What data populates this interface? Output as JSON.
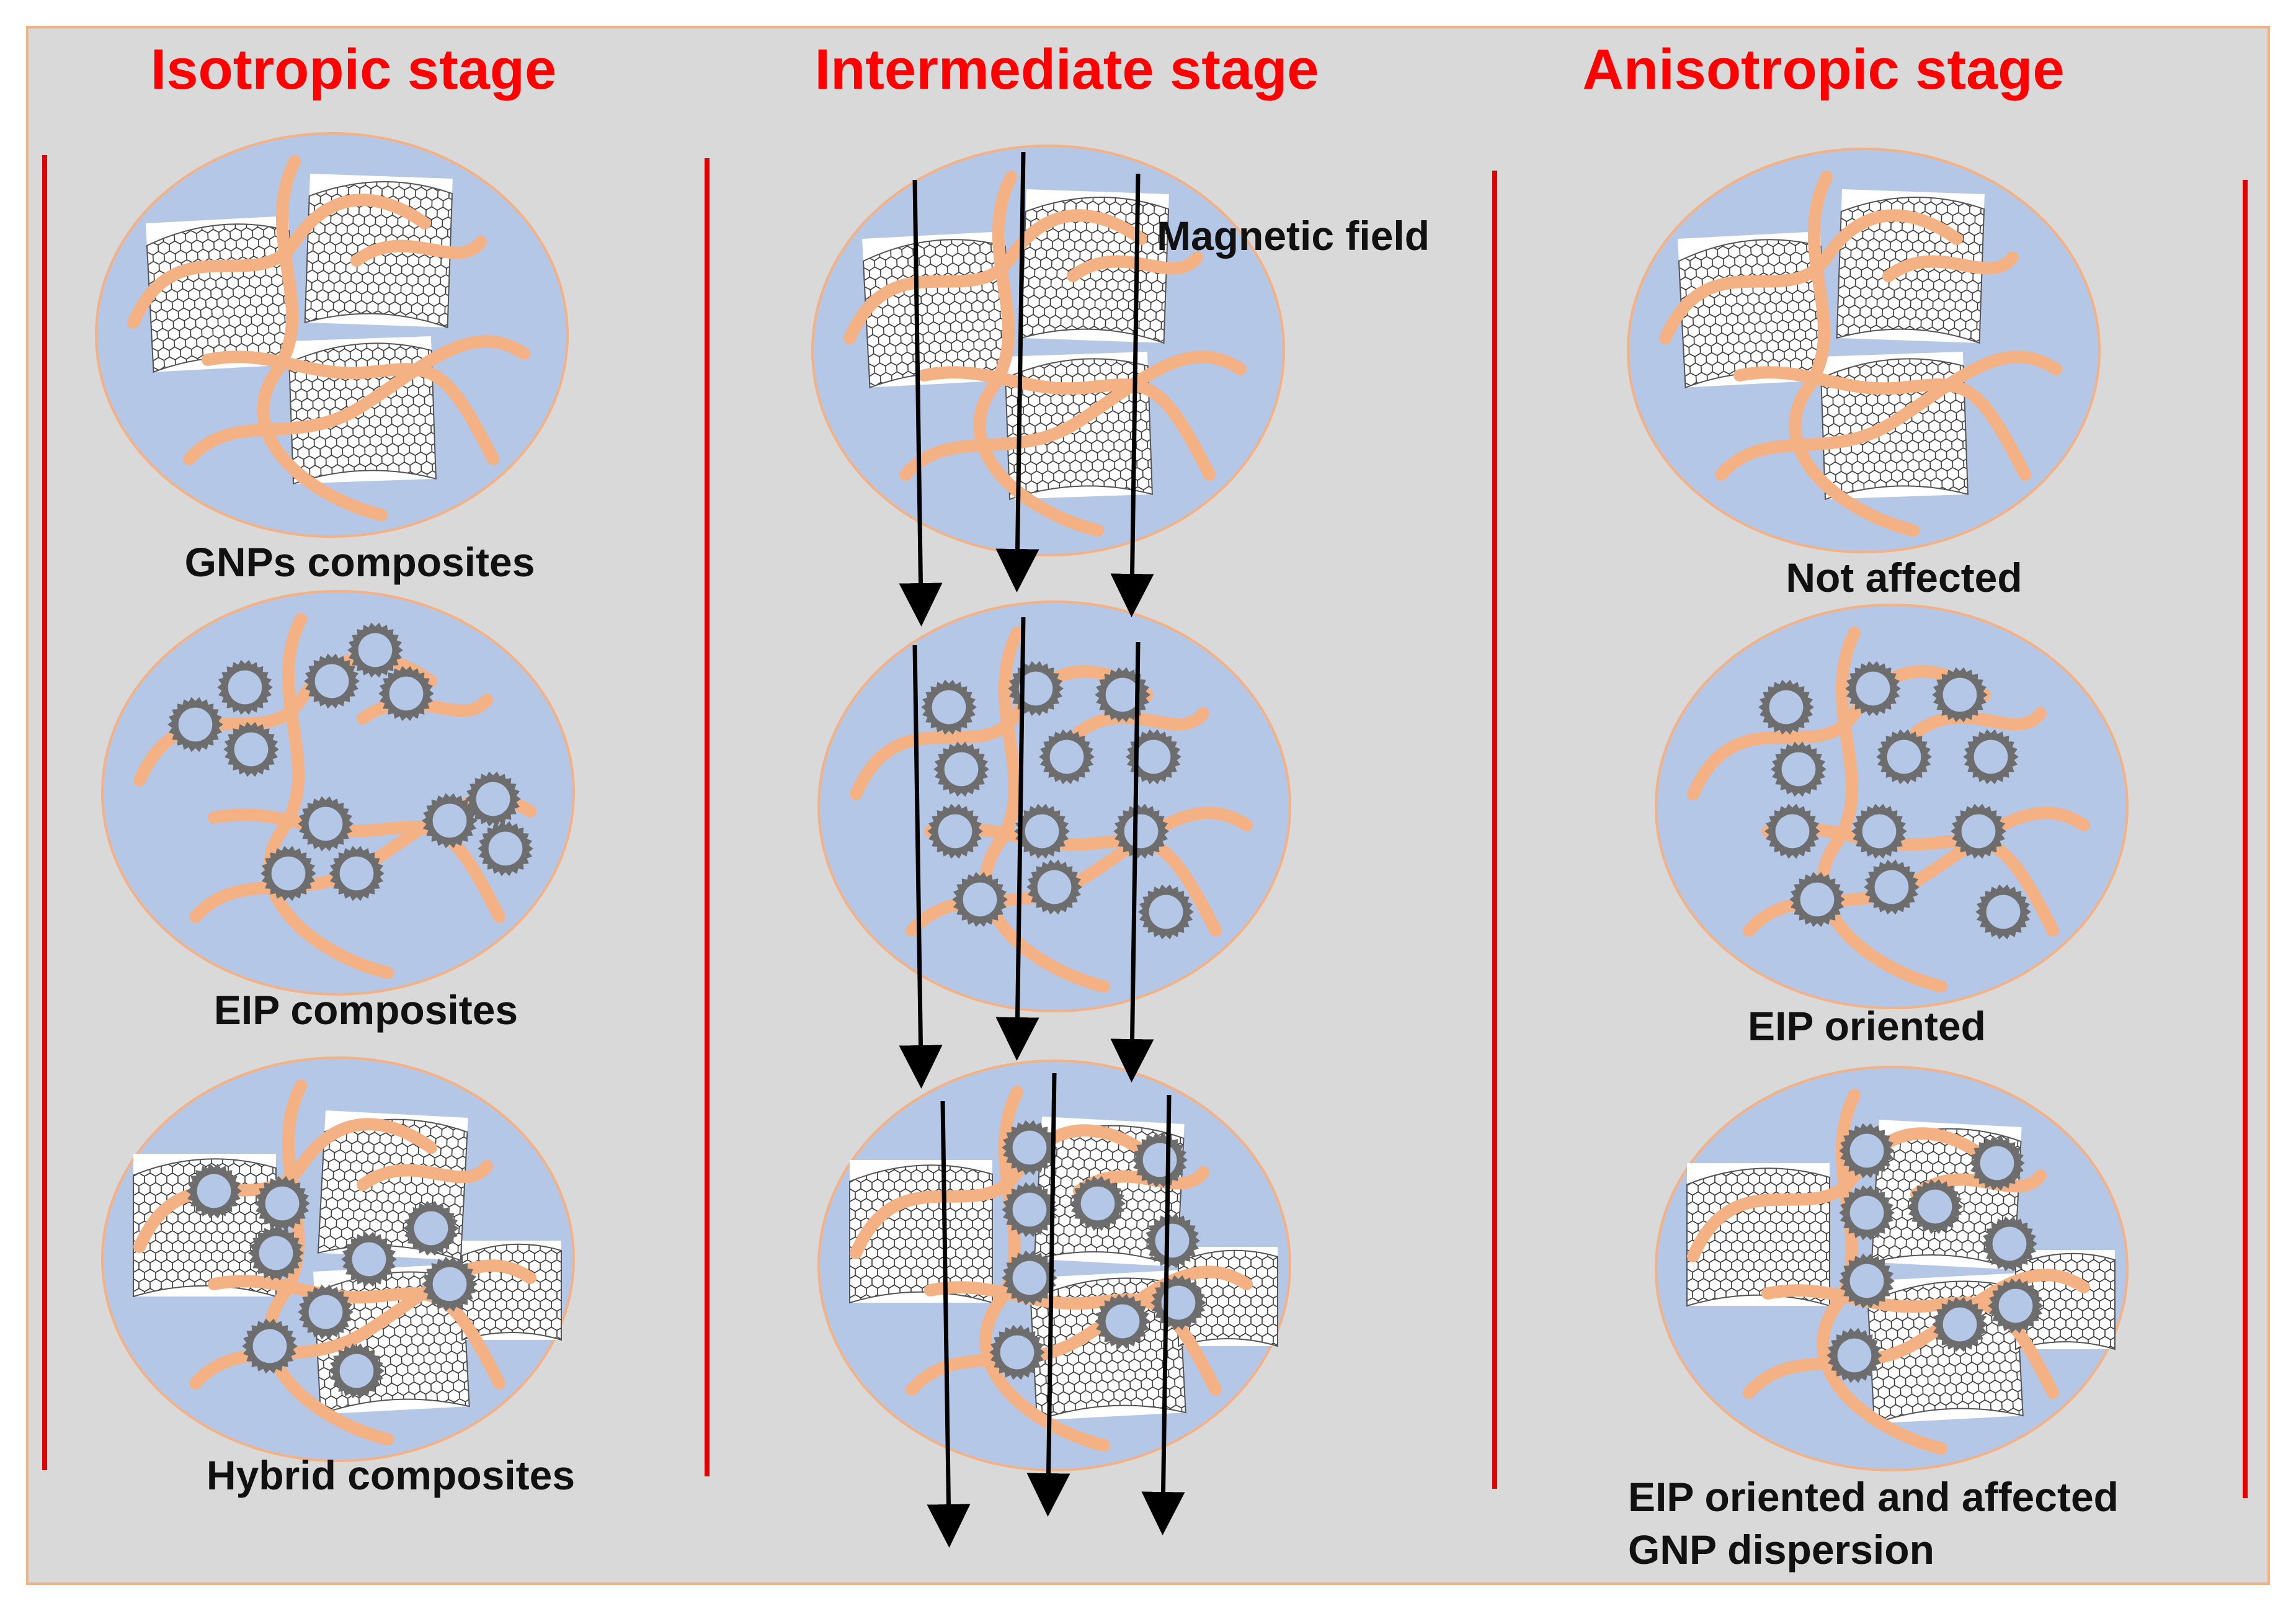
{
  "stages": {
    "isotropic": "Isotropic stage",
    "intermediate": "Intermediate stage",
    "anisotropic": "Anisotropic stage"
  },
  "captions": {
    "gnps_composites": "GNPs composites",
    "eip_composites": "EIP composites",
    "hybrid_composites": "Hybrid composites",
    "not_affected": "Not affected",
    "eip_oriented": "EIP oriented",
    "eip_oriented_affected_line1": "EIP oriented and affected",
    "eip_oriented_affected_line2": "GNP dispersion"
  },
  "field_label": "Magnetic field",
  "colors": {
    "background": "#d9d9d9",
    "frame": "#f4b183",
    "stage_title": "#ff0000",
    "divider": "#e00000",
    "circle_fill": "#b4c7e7",
    "polymer_chain": "#f4b183",
    "particle": "#6d6d6d",
    "field_arrow": "#000000"
  },
  "legend_icons": [
    "graphene-sheet-icon",
    "iron-particle-icon",
    "polymer-chain-icon",
    "field-arrow-icon"
  ]
}
